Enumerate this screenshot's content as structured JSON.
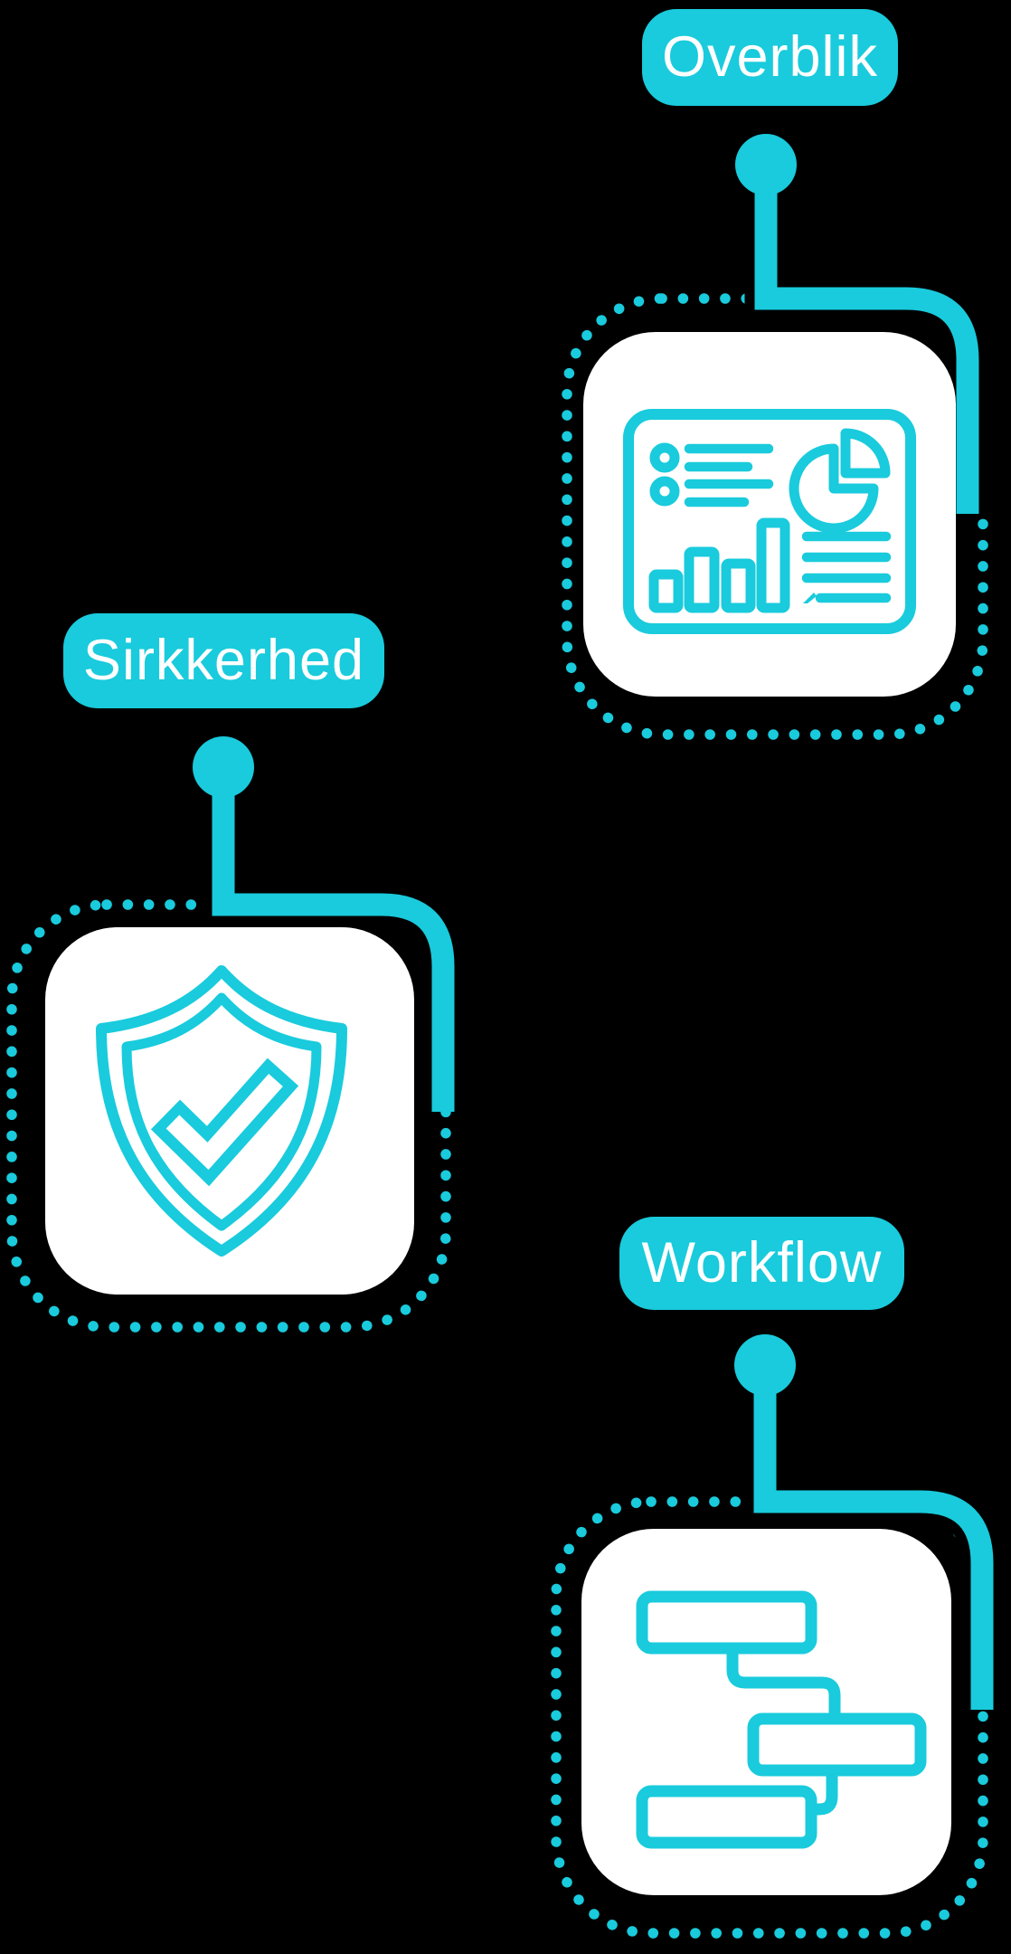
{
  "colors": {
    "accent": "#19cbdc",
    "background": "#000000",
    "card": "#ffffff",
    "label_text": "#ffffff"
  },
  "nodes": [
    {
      "id": "overblik",
      "label": "Overblik",
      "icon": "dashboard-icon"
    },
    {
      "id": "sikkerhed",
      "label": "Sirkkerhed",
      "icon": "shield-check-icon"
    },
    {
      "id": "workflow",
      "label": "Workflow",
      "icon": "workflow-icon"
    }
  ]
}
